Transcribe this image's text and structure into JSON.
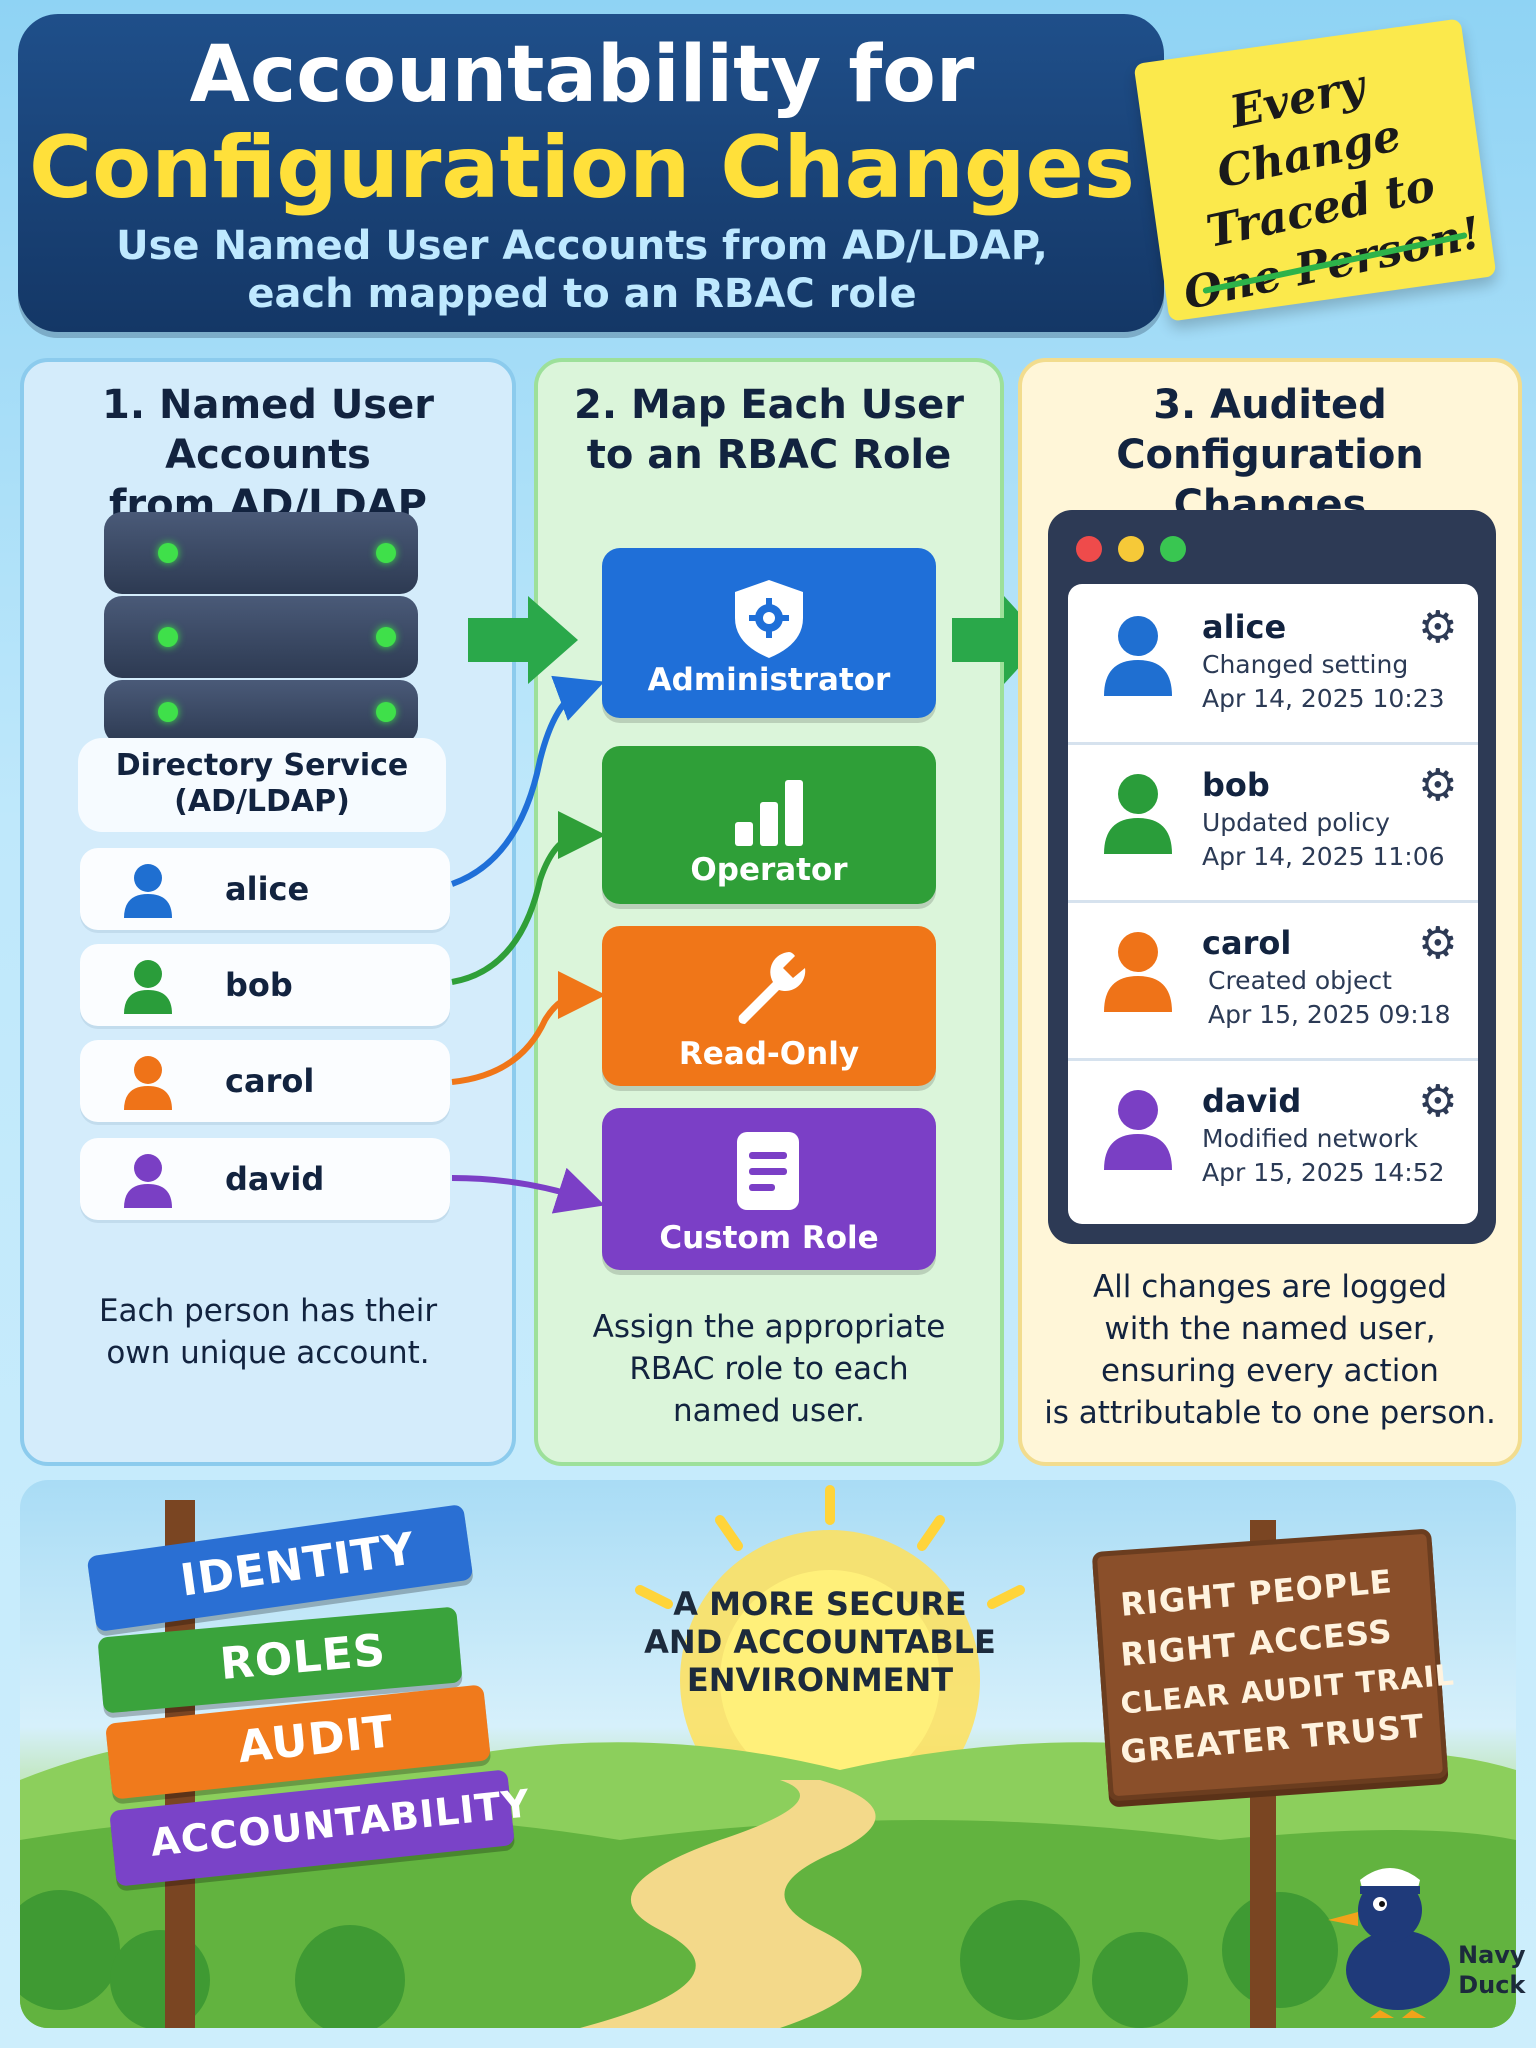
{
  "header": {
    "title_line1": "Accountability for",
    "title_line2": "Configuration Changes",
    "subtitle_line1": "Use Named User Accounts from AD/LDAP,",
    "subtitle_line2": "each mapped to an RBAC role"
  },
  "sticky_note": {
    "lines": [
      "Every Change",
      "Traced to",
      "One Person!"
    ]
  },
  "panels": {
    "named_accounts": {
      "title_line1": "1. Named User Accounts",
      "title_line2": "from AD/LDAP",
      "directory_line1": "Directory Service",
      "directory_line2": "(AD/LDAP)",
      "users": [
        {
          "name": "alice",
          "color": "#1f6fd1"
        },
        {
          "name": "bob",
          "color": "#2a9d3a"
        },
        {
          "name": "carol",
          "color": "#ef7318"
        },
        {
          "name": "david",
          "color": "#7a3fc4"
        }
      ],
      "footer_line1": "Each person has their",
      "footer_line2": "own unique account."
    },
    "rbac": {
      "title_line1": "2. Map Each User",
      "title_line2": "to an RBAC Role",
      "roles": [
        {
          "label": "Administrator",
          "icon": "shield-gear-icon",
          "color": "#1f6fd8"
        },
        {
          "label": "Operator",
          "icon": "bar-chart-icon",
          "color": "#2f9f38"
        },
        {
          "label": "Read-Only",
          "icon": "wrench-icon",
          "color": "#f07618"
        },
        {
          "label": "Custom Role",
          "icon": "document-icon",
          "color": "#7b3fc6"
        }
      ],
      "footer_line1": "Assign the appropriate",
      "footer_line2": "RBAC role to each",
      "footer_line3": "named user."
    },
    "audit": {
      "title_line1": "3. Audited",
      "title_line2": "Configuration Changes",
      "entries": [
        {
          "user": "alice",
          "action": "Changed setting",
          "date": "Apr 14, 2025  10:23",
          "color": "#1f6fd1"
        },
        {
          "user": "bob",
          "action": "Updated policy",
          "date": "Apr 14, 2025  11:06",
          "color": "#2a9d3a"
        },
        {
          "user": "carol",
          "action": "Created object",
          "date": "Apr 15, 2025  09:18",
          "color": "#ef7318"
        },
        {
          "user": "david",
          "action": "Modified network",
          "date": "Apr 15, 2025  14:52",
          "color": "#7a3fc4"
        }
      ],
      "footer_line1": "All changes are logged",
      "footer_line2": "with the named user,",
      "footer_line3": "ensuring every action",
      "footer_line4": "is attributable to one person."
    }
  },
  "scene": {
    "signs": [
      {
        "label": "IDENTITY",
        "color": "#2a6fd3"
      },
      {
        "label": "ROLES",
        "color": "#3aa33c"
      },
      {
        "label": "AUDIT",
        "color": "#f07a1c"
      },
      {
        "label": "ACCOUNTABILITY",
        "color": "#7a43c8"
      }
    ],
    "center_line1": "A MORE SECURE",
    "center_line2": "AND ACCOUNTABLE",
    "center_line3": "ENVIRONMENT",
    "board_lines": [
      "RIGHT PEOPLE",
      "RIGHT ACCESS",
      "CLEAR AUDIT TRAIL",
      "GREATER TRUST"
    ],
    "mascot_line1": "Navy",
    "mascot_line2": "Duck"
  }
}
